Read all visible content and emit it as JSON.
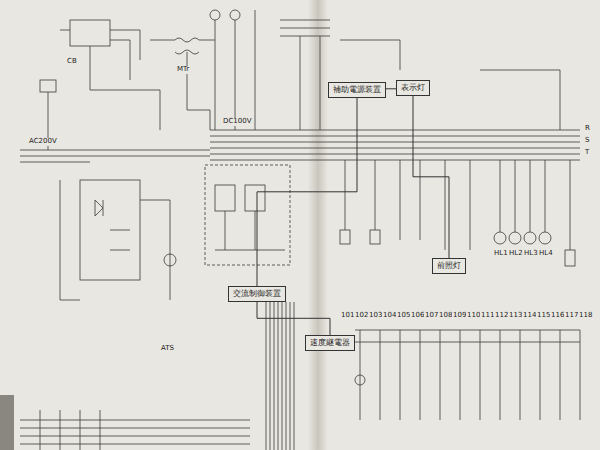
{
  "diagram": {
    "nodes": [
      {
        "text": [
          "交流制御装置"
        ]
      },
      {
        "text": [
          "速度継電器"
        ]
      },
      {
        "text": [
          "補助電源装置"
        ]
      },
      {
        "text": [
          "表示灯"
        ]
      },
      {
        "text": [
          "前照灯"
        ]
      }
    ],
    "edges": [
      {
        "from": 0,
        "to": 1,
        "arrow": "none"
      },
      {
        "from": 0,
        "to": 2,
        "arrow": "none"
      },
      {
        "from": 2,
        "to": 3,
        "arrow": "none"
      },
      {
        "from": 3,
        "to": 4,
        "arrow": "none"
      }
    ],
    "labels": [
      "101",
      "102",
      "103",
      "104",
      "105",
      "106",
      "107",
      "108",
      "109",
      "110",
      "111",
      "112",
      "113",
      "114",
      "115",
      "116",
      "117",
      "118",
      "R",
      "S",
      "T",
      "CB",
      "MTr",
      "ATS",
      "AC200V",
      "DC100V",
      "HL1",
      "HL2",
      "HL3",
      "HL4"
    ]
  }
}
